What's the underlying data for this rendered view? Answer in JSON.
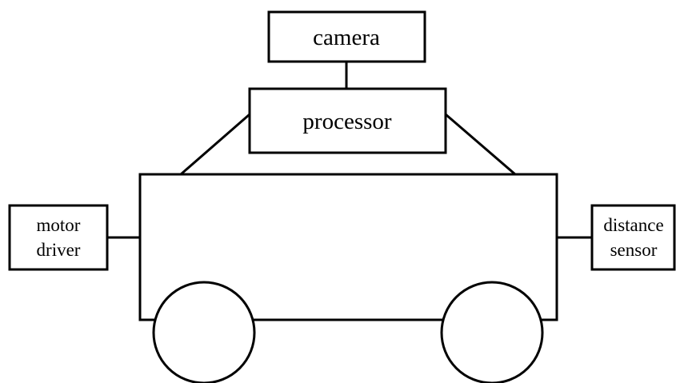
{
  "diagram": {
    "nodes": {
      "camera": {
        "label": "camera"
      },
      "processor": {
        "label": "processor"
      },
      "motor_driver": {
        "label_lines": [
          "motor",
          "driver"
        ]
      },
      "distance_sensor": {
        "label_lines": [
          "distance",
          "sensor"
        ]
      }
    },
    "components": [
      "robot-body",
      "front-wheel",
      "rear-wheel"
    ],
    "connections": [
      {
        "from": "camera",
        "to": "processor"
      },
      {
        "from": "processor",
        "to": "robot-body",
        "count": 2
      },
      {
        "from": "motor_driver",
        "to": "robot-body"
      },
      {
        "from": "distance_sensor",
        "to": "robot-body"
      }
    ],
    "colors": {
      "stroke": "#000000",
      "fill": "#ffffff"
    }
  }
}
